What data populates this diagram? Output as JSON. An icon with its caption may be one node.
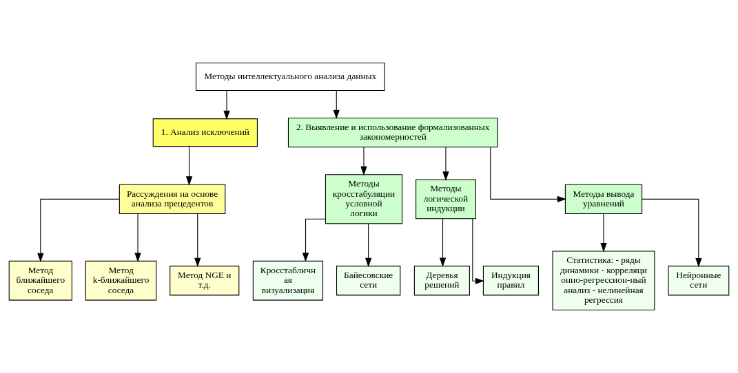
{
  "diagram": {
    "nodes": [
      {
        "text": [
          "Методы интеллектуального анализа данных"
        ]
      },
      {
        "text": [
          "1. Анализ исключений"
        ]
      },
      {
        "text": [
          "2. Выявление и использование формализованных закономерностей"
        ]
      },
      {
        "text": [
          "Рассуждения на основе анализа прецедентов"
        ]
      },
      {
        "text": [
          "Методы кросстабуляции условной логики"
        ]
      },
      {
        "text": [
          "Методы логической индукции"
        ]
      },
      {
        "text": [
          "Методы вывода уравнений"
        ]
      },
      {
        "text": [
          "Метод ближайшего соседа"
        ]
      },
      {
        "text": [
          "Метод k-ближайшего соседа"
        ]
      },
      {
        "text": [
          "Метод NGE и т.д."
        ]
      },
      {
        "text": [
          "Кросстабличная визуализация"
        ]
      },
      {
        "text": [
          "Байесовские сети"
        ]
      },
      {
        "text": [
          "Деревья решений"
        ]
      },
      {
        "text": [
          "Индукция правил"
        ]
      },
      {
        "text": [
          "Статистика: - ряды динамики - корреляционно-регрессион-ный анализ - нелинейная регрессия"
        ]
      },
      {
        "text": [
          "Нейронные сети"
        ]
      }
    ],
    "edges": [
      {
        "from": 0,
        "to": 1,
        "arrow": "to"
      },
      {
        "from": 0,
        "to": 2,
        "arrow": "to"
      },
      {
        "from": 1,
        "to": 3,
        "arrow": "to"
      },
      {
        "from": 2,
        "to": 4,
        "arrow": "to"
      },
      {
        "from": 2,
        "to": 5,
        "arrow": "to"
      },
      {
        "from": 2,
        "to": 6,
        "arrow": "to"
      },
      {
        "from": 3,
        "to": 7,
        "arrow": "to"
      },
      {
        "from": 3,
        "to": 8,
        "arrow": "to"
      },
      {
        "from": 3,
        "to": 9,
        "arrow": "to"
      },
      {
        "from": 4,
        "to": 10,
        "arrow": "to"
      },
      {
        "from": 4,
        "to": 11,
        "arrow": "to"
      },
      {
        "from": 5,
        "to": 12,
        "arrow": "to"
      },
      {
        "from": 5,
        "to": 13,
        "arrow": "to"
      },
      {
        "from": 6,
        "to": 14,
        "arrow": "to"
      },
      {
        "from": 6,
        "to": 15,
        "arrow": "to"
      }
    ]
  }
}
